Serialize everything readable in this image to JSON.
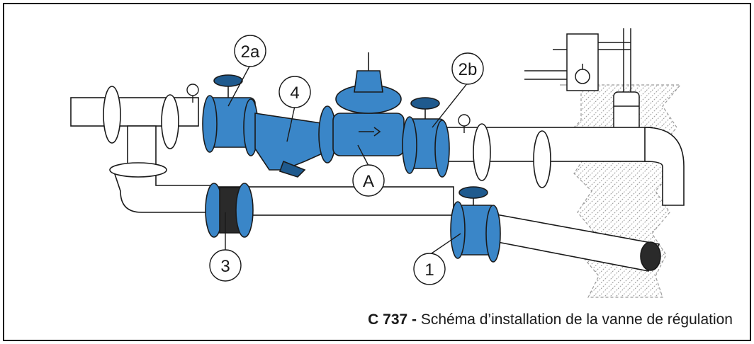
{
  "callouts": {
    "c2a": "2a",
    "c2b": "2b",
    "c4": "4",
    "cA": "A",
    "c3": "3",
    "c1": "1"
  },
  "caption": {
    "code": "C 737 -",
    "text": "Schéma d’installation de la vanne de régulation"
  },
  "colors": {
    "valve_blue": "#3a86c8",
    "valve_dark": "#1f5a8e",
    "pipe_fill": "#ffffff",
    "outline": "#1a1a1a",
    "wall_pattern": "#9a9a9a"
  }
}
